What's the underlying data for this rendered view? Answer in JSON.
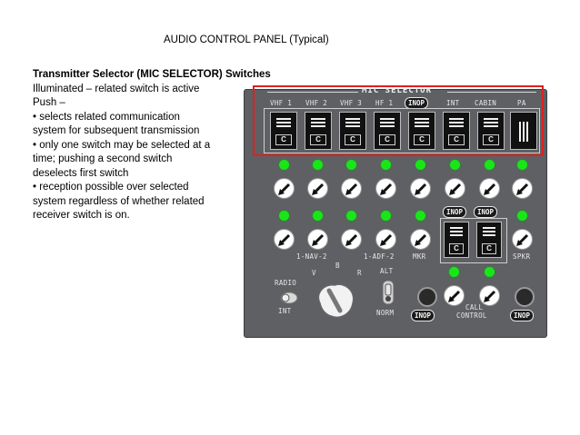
{
  "page": {
    "title": "AUDIO CONTROL PANEL (Typical)"
  },
  "description": {
    "heading": "Transmitter Selector (MIC SELECTOR) Switches",
    "lines": [
      "Illuminated – related switch is active",
      "Push –",
      "• selects related communication",
      "system for subsequent transmission",
      "• only one switch may be selected at a",
      "time; pushing a second switch",
      "deselects first switch",
      "• reception possible over selected",
      "system regardless of whether related",
      "receiver switch is on."
    ]
  },
  "panel": {
    "mic_selector_title": "MIC SELECTOR",
    "mic_switches": [
      "VHF 1",
      "VHF 2",
      "VHF 3",
      "HF 1",
      "INOP",
      "INT",
      "CABIN",
      "PA"
    ],
    "switch_letter": "C",
    "inop_label": "INOP",
    "nav_label": "1-NAV-2",
    "adf_label": "1-ADF-2",
    "mkr_label": "MKR",
    "spkr_label": "SPKR",
    "radio_label": "RADIO",
    "int_label": "INT",
    "selector_v": "V",
    "selector_b": "B",
    "selector_r": "R",
    "alt_label": "ALT",
    "norm_label": "NORM",
    "call_label": "CALL",
    "control_label": "CONTROL",
    "highlight_color": "#e02020",
    "led_color": "#19e619"
  }
}
